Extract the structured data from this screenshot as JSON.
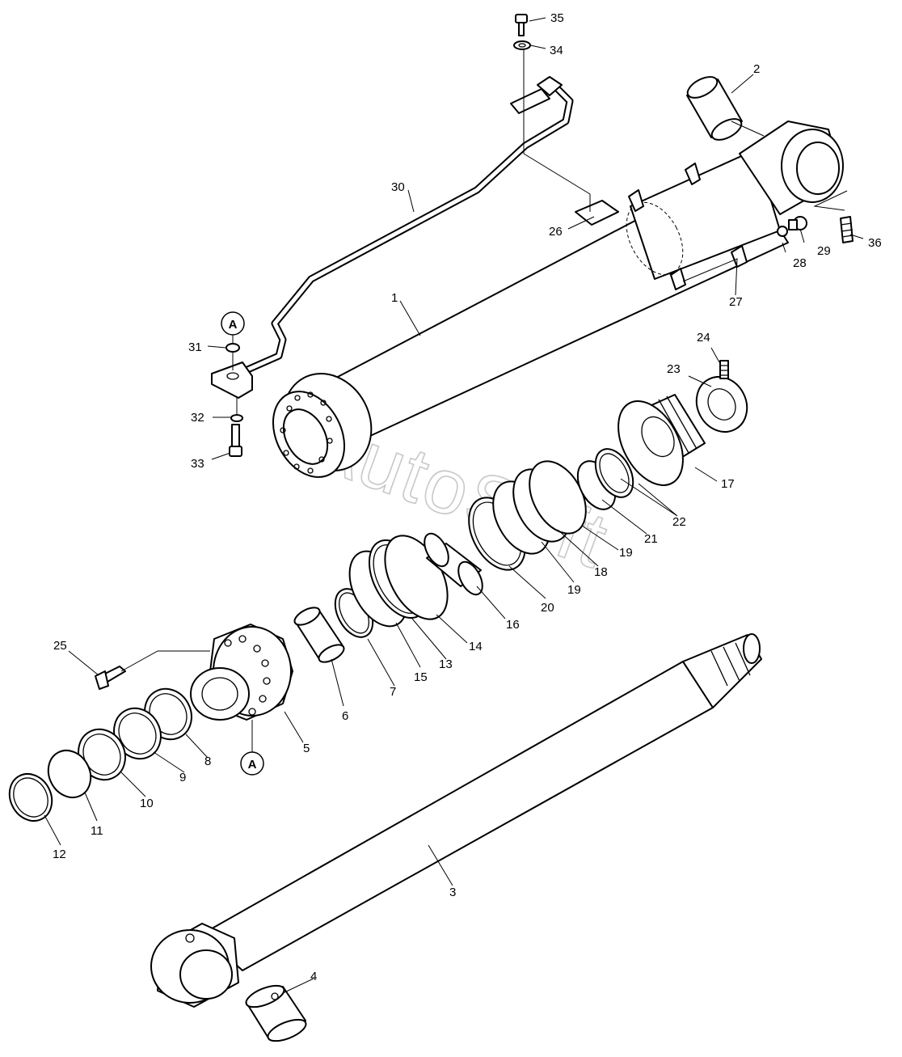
{
  "watermark": "AutoSoft",
  "reference_callout": "A",
  "part_numbers": [
    "1",
    "2",
    "3",
    "4",
    "5",
    "6",
    "7",
    "8",
    "9",
    "10",
    "11",
    "12",
    "13",
    "14",
    "15",
    "16",
    "17",
    "18",
    "19",
    "20",
    "21",
    "22",
    "23",
    "24",
    "25",
    "26",
    "27",
    "28",
    "29",
    "30",
    "31",
    "32",
    "33",
    "34",
    "35",
    "36"
  ]
}
